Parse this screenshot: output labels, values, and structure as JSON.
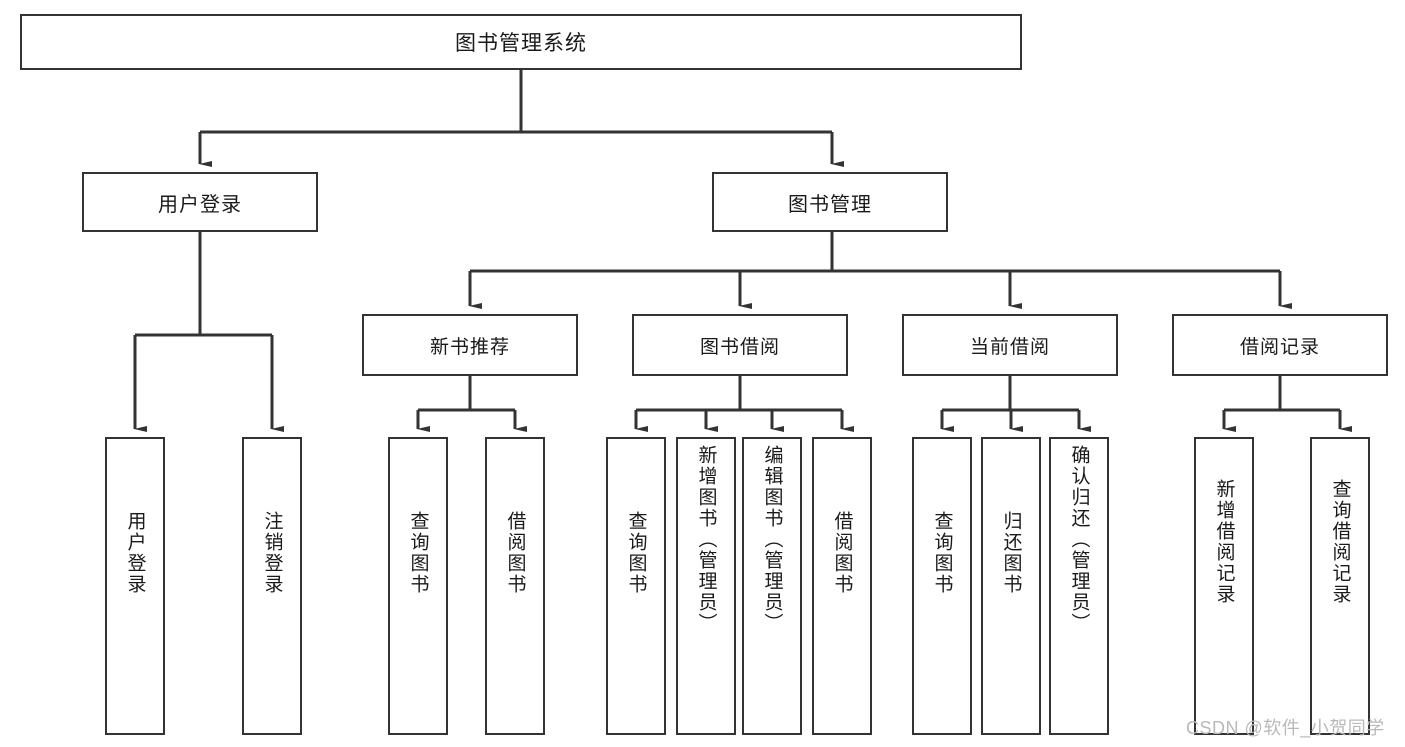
{
  "diagram": {
    "title": "图书管理系统",
    "type": "tree-hierarchy-diagram",
    "root": {
      "id": "root",
      "label": "图书管理系统"
    },
    "level1": [
      {
        "id": "user-login",
        "label": "用户登录"
      },
      {
        "id": "book-management",
        "label": "图书管理"
      }
    ],
    "level2": [
      {
        "id": "new-book-recommend",
        "label": "新书推荐",
        "parent": "book-management"
      },
      {
        "id": "book-borrow",
        "label": "图书借阅",
        "parent": "book-management"
      },
      {
        "id": "current-borrow",
        "label": "当前借阅",
        "parent": "book-management"
      },
      {
        "id": "borrow-record",
        "label": "借阅记录",
        "parent": "book-management"
      }
    ],
    "leaves": {
      "user_login": [
        {
          "id": "leaf-user-login",
          "label": "用户登录"
        },
        {
          "id": "leaf-logout-login",
          "label": "注销登录"
        }
      ],
      "new_book_recommend": [
        {
          "id": "leaf-query-book-1",
          "label": "查询图书"
        },
        {
          "id": "leaf-borrow-book-1",
          "label": "借阅图书"
        }
      ],
      "book_borrow": [
        {
          "id": "leaf-query-book-2",
          "label": "查询图书"
        },
        {
          "id": "leaf-add-book",
          "label": "新增图书（管理员）"
        },
        {
          "id": "leaf-edit-book",
          "label": "编辑图书（管理员）"
        },
        {
          "id": "leaf-borrow-book-2",
          "label": "借阅图书"
        }
      ],
      "current_borrow": [
        {
          "id": "leaf-query-book-3",
          "label": "查询图书"
        },
        {
          "id": "leaf-return-book",
          "label": "归还图书"
        },
        {
          "id": "leaf-confirm-return",
          "label": "确认归还（管理员）"
        }
      ],
      "borrow_record": [
        {
          "id": "leaf-add-record",
          "label": "新增借阅记录"
        },
        {
          "id": "leaf-query-record",
          "label": "查询借阅记录"
        }
      ]
    }
  },
  "watermark": {
    "text": "CSDN @软件_小贺同学"
  },
  "colors": {
    "box_border": "#333333",
    "box_fill": "#ffffff",
    "line": "#333333",
    "text": "#1a1a1a",
    "watermark": "#b9b9b9",
    "background": "#ffffff"
  }
}
